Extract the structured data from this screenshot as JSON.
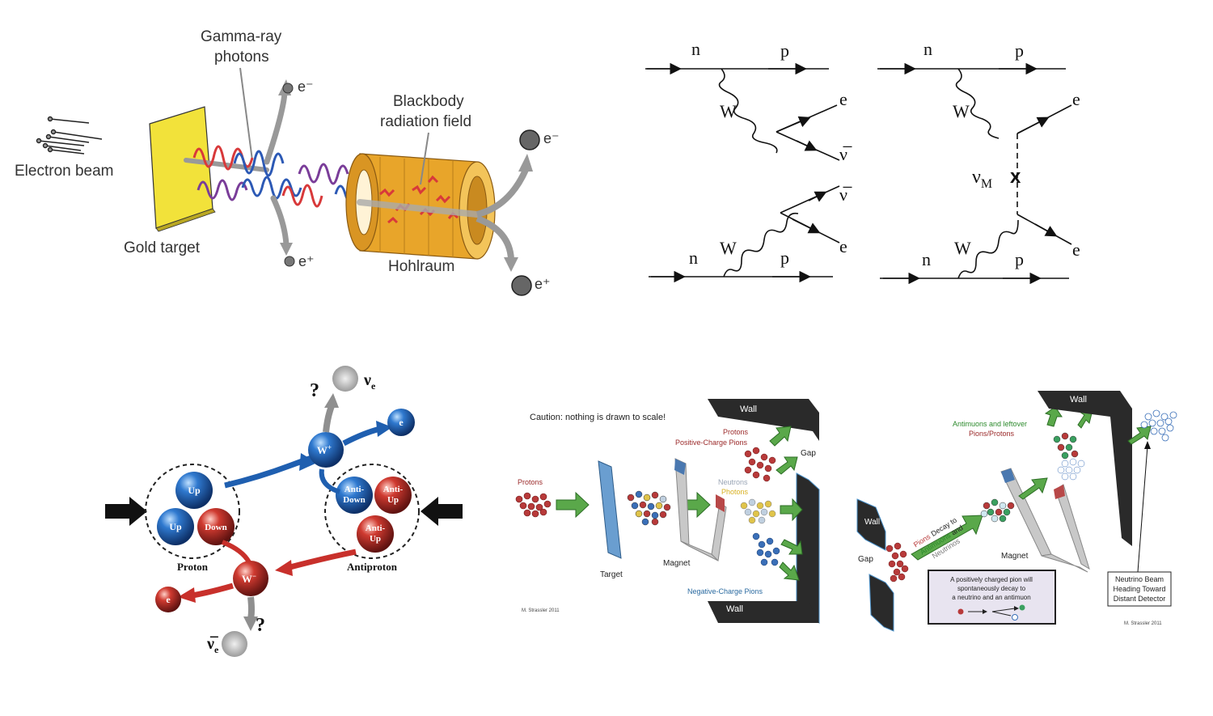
{
  "panel_a": {
    "electron_beam": "Electron beam",
    "gamma_line1": "Gamma-ray",
    "gamma_line2": "photons",
    "e_minus": "e⁻",
    "e_plus": "e⁺",
    "blackbody_line1": "Blackbody",
    "blackbody_line2": "radiation field",
    "gold_target": "Gold target",
    "hohlraum": "Hohlraum",
    "colors": {
      "gold": "#f2e23a",
      "cylinder": "#e8a52a",
      "photon_red": "#d8393a",
      "photon_blue": "#2c59b5",
      "photon_purple": "#7a3d99"
    }
  },
  "panel_b": {
    "left": {
      "n_top": "n",
      "p_top": "p",
      "w_top": "W",
      "e_top": "e",
      "nubar_top": "ν̅",
      "nubar_bot": "ν̅",
      "e_bot": "e",
      "n_bot": "n",
      "w_bot": "W",
      "p_bot": "p"
    },
    "right": {
      "n_top": "n",
      "p_top": "p",
      "w_top": "W",
      "e_top": "e",
      "nu_m": "ν",
      "nu_m_sub": "M",
      "cross": "x",
      "e_bot": "e",
      "n_bot": "n",
      "w_bot": "W",
      "p_bot": "p"
    }
  },
  "panel_c": {
    "question_top": "?",
    "nu_e": "ν",
    "nu_e_sub": "e",
    "e_top": "e",
    "w_plus": "W",
    "w_plus_sup": "+",
    "up1": "Up",
    "up2": "Up",
    "down": "Down",
    "proton": "Proton",
    "anti_down_1": "Anti-",
    "anti_down_2": "Down",
    "anti_up_1a": "Anti-",
    "anti_up_1b": "Up",
    "anti_up_2a": "Anti-",
    "anti_up_2b": "Up",
    "antiproton": "Antiproton",
    "w_minus": "W",
    "w_minus_sup": "−",
    "e_bot": "e",
    "question_bot": "?",
    "nubar_e": "ν̅",
    "nubar_e_sub": "e",
    "colors": {
      "blue": "#1f5fb0",
      "red": "#c8302b",
      "gray": "#8f8f8f"
    }
  },
  "panel_d": {
    "caution": "Caution: nothing is drawn to scale!",
    "protons": "Protons",
    "target": "Target",
    "magnet": "Magnet",
    "wall_top": "Wall",
    "wall_bottom": "Wall",
    "protons_pos_1": "Protons",
    "protons_pos_2": "Positive-Charge Pions",
    "gap": "Gap",
    "neutrons": "Neutrons",
    "photons": "Photons",
    "neg_pions": "Negative-Charge Pions",
    "credit": "M. Strassler 2011"
  },
  "panel_e": {
    "wall_left": "Wall",
    "gap": "Gap",
    "decay_1": "Pions",
    "decay_2": "Decay to",
    "decay_3": "Antimuons",
    "decay_4": "and",
    "decay_5": "Neutrinos",
    "magnet": "Magnet",
    "wall_top": "Wall",
    "antimuons_1": "Antimuons and leftover",
    "antimuons_2": "Pions/Protons",
    "box_1": "A positively charged pion will",
    "box_2": "spontaneously decay to",
    "box_3": "a neutrino and an antimuon",
    "nb_1": "Neutrino Beam",
    "nb_2": "Heading Toward",
    "nb_3": "Distant Detector",
    "credit": "M. Strassler 2011"
  }
}
